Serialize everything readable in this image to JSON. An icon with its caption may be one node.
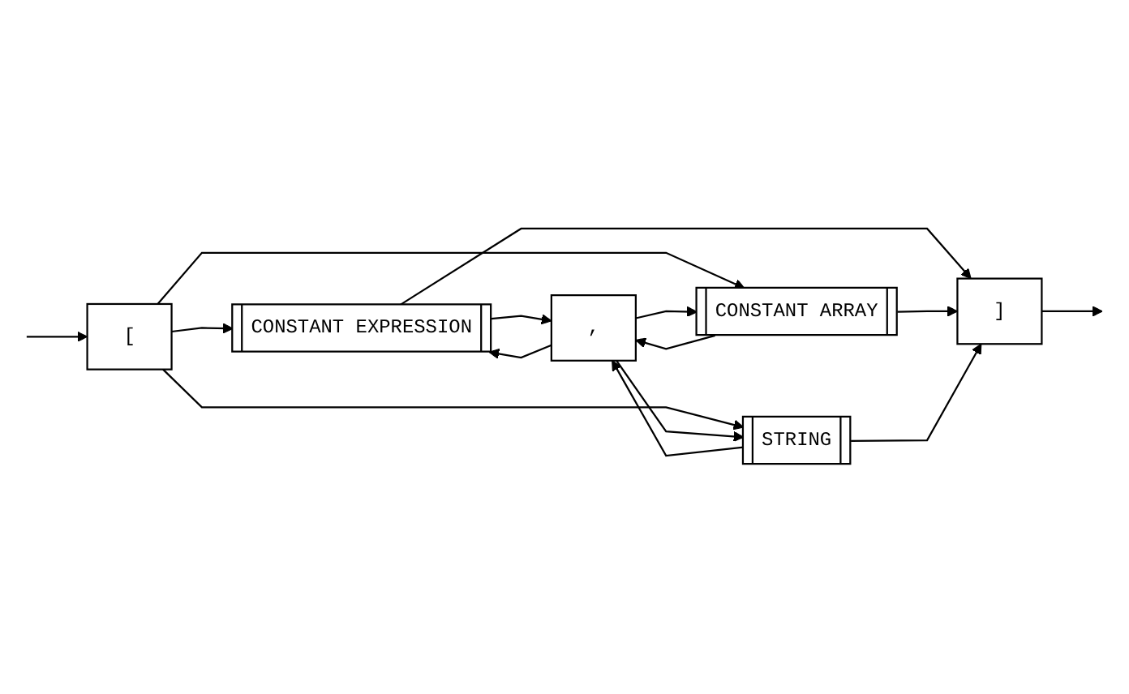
{
  "diagram": {
    "nodes": [
      {
        "text": [
          "["
        ]
      },
      {
        "text": [
          "CONSTANT EXPRESSION"
        ]
      },
      {
        "text": [
          "CONSTANT ARRAY"
        ]
      },
      {
        "text": [
          "STRING"
        ]
      },
      {
        "text": [
          "]"
        ]
      },
      {
        "text": [
          ","
        ]
      }
    ],
    "edges": [
      {
        "from": null,
        "to": 0,
        "arrow": "to"
      },
      {
        "from": 0,
        "to": 1,
        "arrow": "to"
      },
      {
        "from": 0,
        "to": 2,
        "arrow": "to"
      },
      {
        "from": 0,
        "to": 3,
        "arrow": "to"
      },
      {
        "from": 1,
        "to": 4,
        "arrow": "to"
      },
      {
        "from": 2,
        "to": 4,
        "arrow": "to"
      },
      {
        "from": 3,
        "to": 4,
        "arrow": "to"
      },
      {
        "from": 4,
        "to": null,
        "arrow": "to"
      },
      {
        "from": 1,
        "to": 5,
        "arrow": "to"
      },
      {
        "from": 2,
        "to": 5,
        "arrow": "to"
      },
      {
        "from": 3,
        "to": 5,
        "arrow": "to"
      },
      {
        "from": 5,
        "to": 1,
        "arrow": "to"
      },
      {
        "from": 5,
        "to": 2,
        "arrow": "to"
      },
      {
        "from": 5,
        "to": 3,
        "arrow": "to"
      }
    ]
  }
}
